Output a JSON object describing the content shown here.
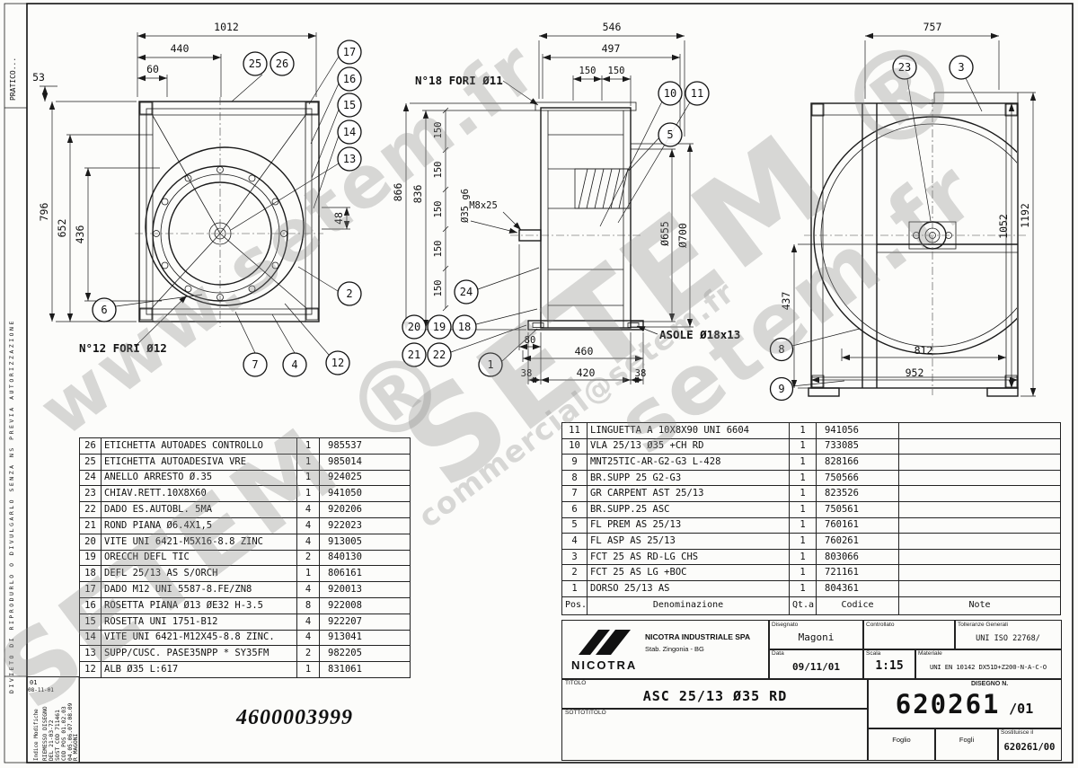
{
  "colors": {
    "paper": "#fcfcfa",
    "line": "#1a1a1a",
    "watermark": "#8a8a8a"
  },
  "watermark": {
    "items": [
      "www.setem.fr",
      "SETEM ®",
      "SETEM ®",
      "setem.fr",
      "commercial@setem.fr"
    ]
  },
  "margin": {
    "top_text": "PRATICO...",
    "legal_text": "DIVIETO DI RIPRODURLO O DIVULGARLO SENZA NS PREVIA AUTORIZZAZIONE",
    "revision": {
      "header": "Indice  Modifiche",
      "index": "01",
      "date": "08-11-01",
      "lines": [
        "RIEMESSO DISEGNO",
        "DEL 21-03-72",
        "SOST COD 711461",
        "COD POS 01.02.03",
        "04.05.06.07.08.09",
        "R MAGONI"
      ]
    }
  },
  "views": {
    "front": {
      "dim_1012": "1012",
      "dim_440": "440",
      "dim_60": "60",
      "dim_53": "53",
      "dim_796": "796",
      "dim_652": "652",
      "dim_436": "436",
      "dim_48": "48",
      "note_holes": "N°12 FORI Ø12",
      "balloons": [
        "25",
        "26",
        "17",
        "16",
        "15",
        "14",
        "13",
        "2",
        "6",
        "7",
        "4",
        "12"
      ]
    },
    "side": {
      "dim_546": "546",
      "dim_497": "497",
      "dim_150a": "150",
      "dim_150b": "150",
      "dim_866": "866",
      "dim_836": "836",
      "stack_150": [
        "150",
        "150",
        "150",
        "150",
        "150"
      ],
      "dim_shaft": "Ø35 g6",
      "dim_thread": "M8x25",
      "dim_655": "Ø655",
      "dim_700": "Ø700",
      "dim_80": "80",
      "dim_460": "460",
      "dim_38a": "38",
      "dim_420": "420",
      "dim_38b": "38",
      "note_holes": "N°18 FORI Ø11",
      "note_slots": "ASOLE Ø18x13",
      "balloons": [
        "10",
        "11",
        "5",
        "24",
        "20",
        "19",
        "18",
        "21",
        "22",
        "1"
      ]
    },
    "rear": {
      "dim_757": "757",
      "dim_1192": "1192",
      "dim_1052": "1052",
      "dim_437": "437",
      "dim_812": "812",
      "dim_952": "952",
      "balloons": [
        "23",
        "3",
        "8",
        "9"
      ]
    }
  },
  "parts_left": {
    "rows": [
      {
        "pos": "26",
        "name": "ETICHETTA AUTOADES CONTROLLO",
        "qty": "1",
        "code": "985537"
      },
      {
        "pos": "25",
        "name": "ETICHETTA AUTOADESIVA VRE",
        "qty": "1",
        "code": "985014"
      },
      {
        "pos": "24",
        "name": "ANELLO ARRESTO Ø.35",
        "qty": "1",
        "code": "924025"
      },
      {
        "pos": "23",
        "name": "CHIAV.RETT.10X8X60",
        "qty": "1",
        "code": "941050"
      },
      {
        "pos": "22",
        "name": "DADO ES.AUTOBL. 5MA",
        "qty": "4",
        "code": "920206"
      },
      {
        "pos": "21",
        "name": "ROND PIANA Ø6.4X1,5",
        "qty": "4",
        "code": "922023"
      },
      {
        "pos": "20",
        "name": "VITE UNI 6421-M5X16-8.8 ZINC",
        "qty": "4",
        "code": "913005"
      },
      {
        "pos": "19",
        "name": "ORECCH DEFL TIC",
        "qty": "2",
        "code": "840130"
      },
      {
        "pos": "18",
        "name": "DEFL 25/13 AS S/ORCH",
        "qty": "1",
        "code": "806161"
      },
      {
        "pos": "17",
        "name": "DADO M12 UNI 5587-8.FE/ZN8",
        "qty": "4",
        "code": "920013"
      },
      {
        "pos": "16",
        "name": "ROSETTA PIANA Ø13 ØE32 H-3.5",
        "qty": "8",
        "code": "922008"
      },
      {
        "pos": "15",
        "name": "ROSETTA UNI 1751-B12",
        "qty": "4",
        "code": "922207"
      },
      {
        "pos": "14",
        "name": "VITE UNI 6421-M12X45-8.8 ZINC.",
        "qty": "4",
        "code": "913041"
      },
      {
        "pos": "13",
        "name": "SUPP/CUSC. PASE35NPP * SY35FM",
        "qty": "2",
        "code": "982205"
      },
      {
        "pos": "12",
        "name": "ALB Ø35 L:617",
        "qty": "1",
        "code": "831061"
      }
    ]
  },
  "parts_right": {
    "headers": {
      "pos": "Pos.",
      "name": "Denominazione",
      "qty": "Qt.a",
      "code": "Codice",
      "note": "Note"
    },
    "rows": [
      {
        "pos": "11",
        "name": "LINGUETTA A 10X8X90 UNI 6604",
        "qty": "1",
        "code": "941056",
        "note": ""
      },
      {
        "pos": "10",
        "name": "VLA 25/13 Ø35 +CH RD",
        "qty": "1",
        "code": "733085",
        "note": ""
      },
      {
        "pos": "9",
        "name": "MNT25TIC-AR-G2-G3 L-428",
        "qty": "1",
        "code": "828166",
        "note": ""
      },
      {
        "pos": "8",
        "name": "BR.SUPP 25 G2-G3",
        "qty": "1",
        "code": "750566",
        "note": ""
      },
      {
        "pos": "7",
        "name": "GR CARPENT AST 25/13",
        "qty": "1",
        "code": "823526",
        "note": ""
      },
      {
        "pos": "6",
        "name": "BR.SUPP.25 ASC",
        "qty": "1",
        "code": "750561",
        "note": ""
      },
      {
        "pos": "5",
        "name": "FL PREM AS 25/13",
        "qty": "1",
        "code": "760161",
        "note": ""
      },
      {
        "pos": "4",
        "name": "FL ASP AS 25/13",
        "qty": "1",
        "code": "760261",
        "note": ""
      },
      {
        "pos": "3",
        "name": "FCT 25 AS RD-LG CHS",
        "qty": "1",
        "code": "803066",
        "note": ""
      },
      {
        "pos": "2",
        "name": "FCT 25 AS LG +BOC",
        "qty": "1",
        "code": "721161",
        "note": ""
      },
      {
        "pos": "1",
        "name": "DORSO 25/13 AS",
        "qty": "1",
        "code": "804361",
        "note": ""
      }
    ]
  },
  "title_block": {
    "logo_text": "NICOTRA",
    "company": "NICOTRA INDUSTRIALE SPA",
    "plant": "Stab. Zingonia - BG",
    "labels": {
      "disegnato": "Disegnato",
      "controllato": "Controllato",
      "tolleranze": "Tolleranze Generali",
      "data": "Data",
      "scala": "Scala",
      "materiale": "Materiale",
      "titolo": "TITOLO",
      "sottotitolo": "SOTTOTITOLO",
      "disegno_n": "DISEGNO N.",
      "foglio": "Foglio",
      "fogli": "Fogli",
      "sostituisce": "Sostituisce il"
    },
    "values": {
      "disegnato": "Magoni",
      "controllato": "",
      "tolleranze": "UNI ISO 22768/",
      "data": "09/11/01",
      "scala": "1:15",
      "materiale": "UNI EN 10142 DX51D+Z200-N-A-C-O",
      "titolo": "ASC 25/13 Ø35 RD",
      "sottotitolo": "",
      "disegno_n": "620261",
      "revision": "/01",
      "sostituisce": "620261/00",
      "foglio": "",
      "fogli": ""
    }
  },
  "order_number": "4600003999"
}
